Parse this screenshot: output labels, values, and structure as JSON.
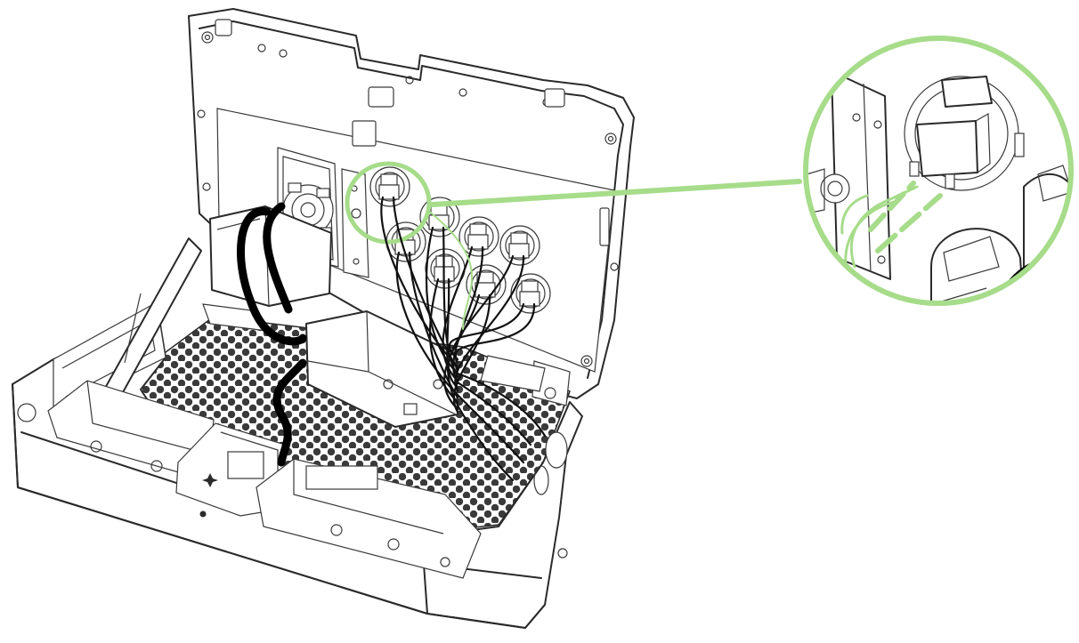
{
  "figure": {
    "subject": "arcade-stick-open-case-wiring",
    "highlight_color": "#a6dc8a",
    "line_color": "#2a2a2a",
    "wire_color": "#111111",
    "background": "#ffffff",
    "icons": [
      "razer-logo-icon"
    ],
    "buttons_count": 8,
    "callouts": [
      {
        "name": "button-terminal-callout",
        "shape": "circle"
      }
    ]
  }
}
